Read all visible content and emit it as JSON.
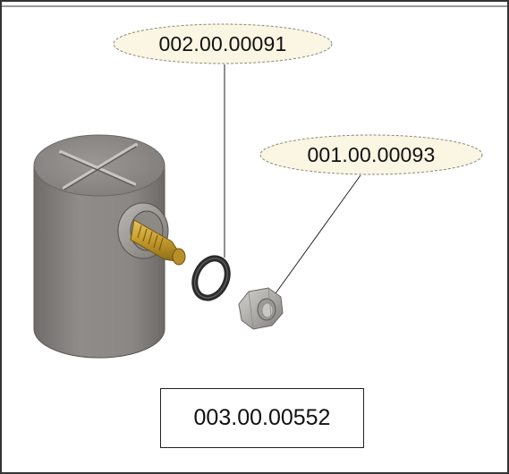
{
  "callouts": {
    "oring_part_number": "002.00.00091",
    "nut_part_number": "001.00.00093"
  },
  "assembly": {
    "part_number": "003.00.00552"
  },
  "colors": {
    "border": "#333333",
    "callout_fill": "#fbf5e3",
    "callout_stroke": "#8a8a7a",
    "body_gray": "#8e8b88",
    "brass": "#c7a03a",
    "oring": "#2a2a2a",
    "nut_gray": "#a9a7a4"
  },
  "icons": {
    "housing": "cylindrical-housing-icon",
    "fitting": "brass-fitting-icon",
    "oring": "o-ring-icon",
    "nut": "hex-nut-icon"
  }
}
